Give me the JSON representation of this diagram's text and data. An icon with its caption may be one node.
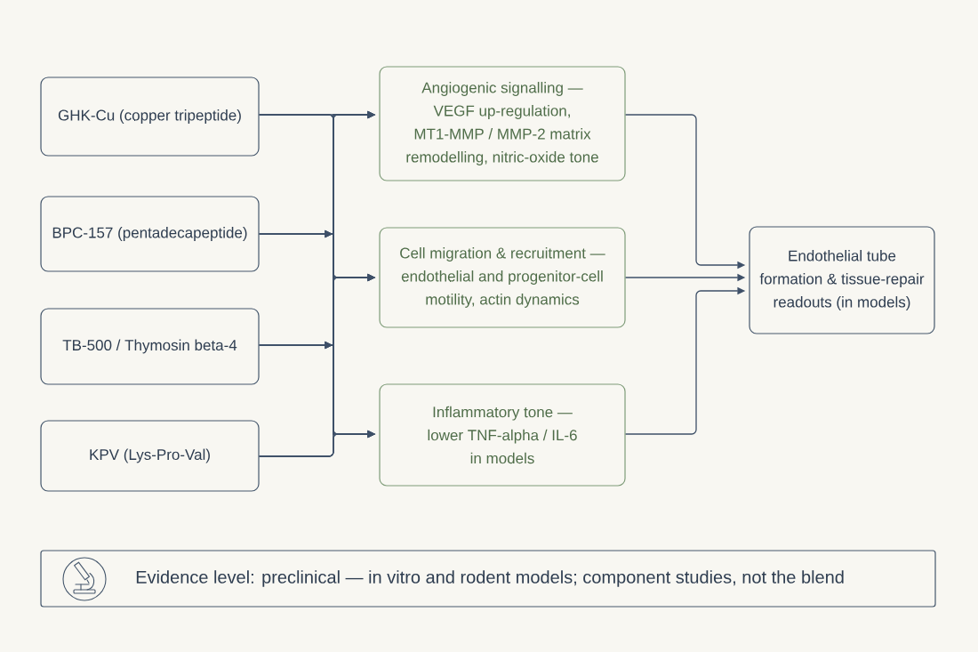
{
  "diagram": {
    "nodes": [
      {
        "text": [
          "GHK-Cu (copper tripeptide)"
        ]
      },
      {
        "text": [
          "BPC-157 (pentadecapeptide)"
        ]
      },
      {
        "text": [
          "TB-500 / Thymosin beta-4"
        ]
      },
      {
        "text": [
          "KPV (Lys-Pro-Val)"
        ]
      },
      {
        "text": [
          "Angiogenic signalling — VEGF up-regulation, MT1-MMP / MMP-2 matrix remodelling, nitric-oxide tone"
        ]
      },
      {
        "text": [
          "Cell migration & recruitment — endothelial and progenitor-cell motility, actin dynamics"
        ]
      },
      {
        "text": [
          "Inflammatory tone — lower TNF-alpha / IL-6 in models"
        ]
      },
      {
        "text": [
          "Endothelial tube formation & tissue-repair readouts (in models)"
        ]
      },
      {
        "text": [
          "Evidence level: preclinical — in vitro and rodent models; component studies, not the blend"
        ]
      }
    ],
    "edges": [
      {
        "from": 0,
        "to": 4,
        "arrow": "to"
      },
      {
        "from": 0,
        "to": 5,
        "arrow": "to"
      },
      {
        "from": 0,
        "to": 6,
        "arrow": "to"
      },
      {
        "from": 1,
        "to": 4,
        "arrow": "to"
      },
      {
        "from": 1,
        "to": 5,
        "arrow": "to"
      },
      {
        "from": 1,
        "to": 6,
        "arrow": "to"
      },
      {
        "from": 2,
        "to": 4,
        "arrow": "to"
      },
      {
        "from": 2,
        "to": 5,
        "arrow": "to"
      },
      {
        "from": 2,
        "to": 6,
        "arrow": "to"
      },
      {
        "from": 3,
        "to": 4,
        "arrow": "to"
      },
      {
        "from": 3,
        "to": 5,
        "arrow": "to"
      },
      {
        "from": 3,
        "to": 6,
        "arrow": "to"
      },
      {
        "from": 4,
        "to": 7,
        "arrow": "to"
      },
      {
        "from": 5,
        "to": 7,
        "arrow": "to"
      },
      {
        "from": 6,
        "to": 7,
        "arrow": "to"
      }
    ]
  }
}
